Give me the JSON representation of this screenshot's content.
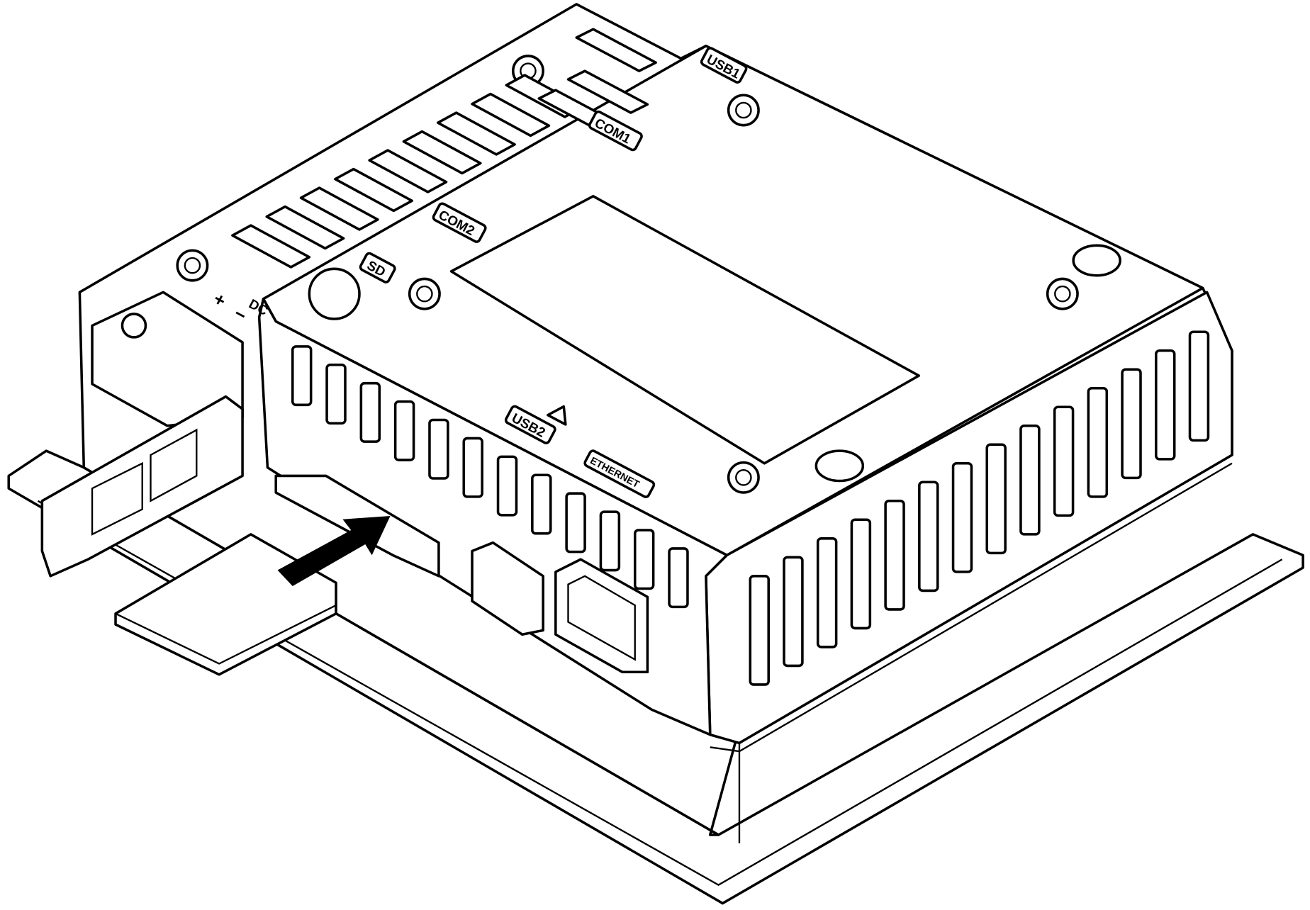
{
  "labels": {
    "usb1": "USB1",
    "com1": "COM1",
    "com2": "COM2",
    "sd": "SD",
    "usb2": "USB2",
    "ethernet": "ETHERNET",
    "dc": "DC",
    "plus": "+",
    "minus": "−"
  },
  "colors": {
    "line": "#000000",
    "fill": "#ffffff"
  },
  "icons": [
    "warning-triangle-icon",
    "insert-arrow-icon"
  ]
}
